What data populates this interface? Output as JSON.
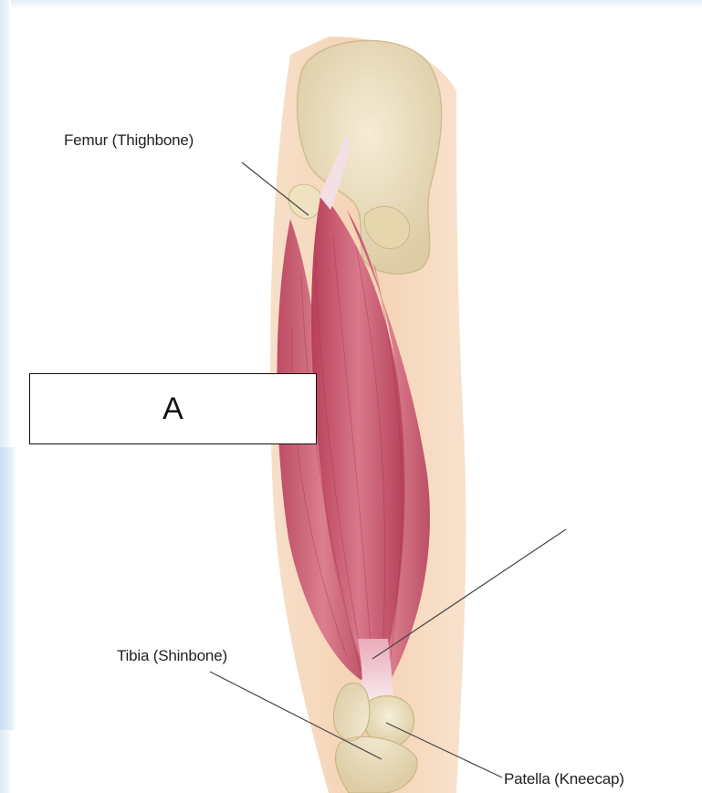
{
  "labels": {
    "femur": "Femur (Thighbone)",
    "tibia": "Tibia (Shinbone)",
    "patella": "Patella (Kneecap)"
  },
  "answer_box": {
    "text": "A"
  },
  "colors": {
    "skin": "#f4d3b4",
    "bone": "#ede1bf",
    "muscle": "#c64c64",
    "tendon": "#f4e8ec",
    "leader_line": "#444444",
    "frame_blue": "#dbe9f6"
  }
}
